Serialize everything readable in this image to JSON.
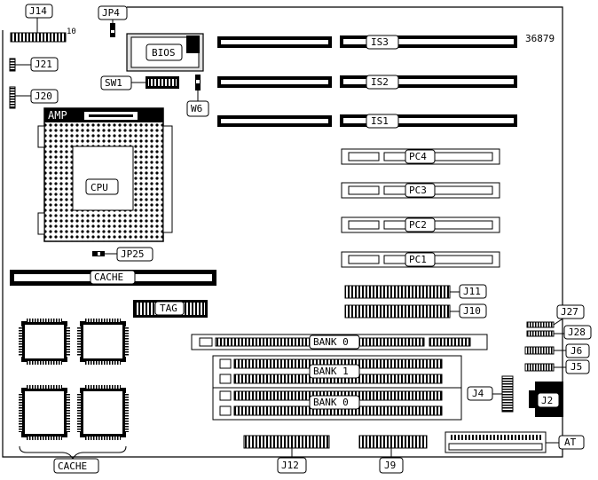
{
  "board_id": "36879",
  "labels": {
    "j14": "J14",
    "pin10": "10",
    "jp4": "JP4",
    "bios": "BIOS",
    "j21": "J21",
    "j20": "J20",
    "sw1": "SW1",
    "w6": "W6",
    "is3": "IS3",
    "is2": "IS2",
    "is1": "IS1",
    "amp": "AMP",
    "cpu": "CPU",
    "pc4": "PC4",
    "pc3": "PC3",
    "pc2": "PC2",
    "pc1": "PC1",
    "jp25": "JP25",
    "cache_bar": "CACHE",
    "tag": "TAG",
    "j11": "J11",
    "j10": "J10",
    "j27": "J27",
    "j28": "J28",
    "bank0_top": "BANK 0",
    "bank1": "BANK 1",
    "bank0_bottom": "BANK 0",
    "j6": "J6",
    "j5": "J5",
    "j4": "J4",
    "j2": "J2",
    "at": "AT",
    "j12": "J12",
    "j9": "J9",
    "cache_bottom": "CACHE"
  }
}
